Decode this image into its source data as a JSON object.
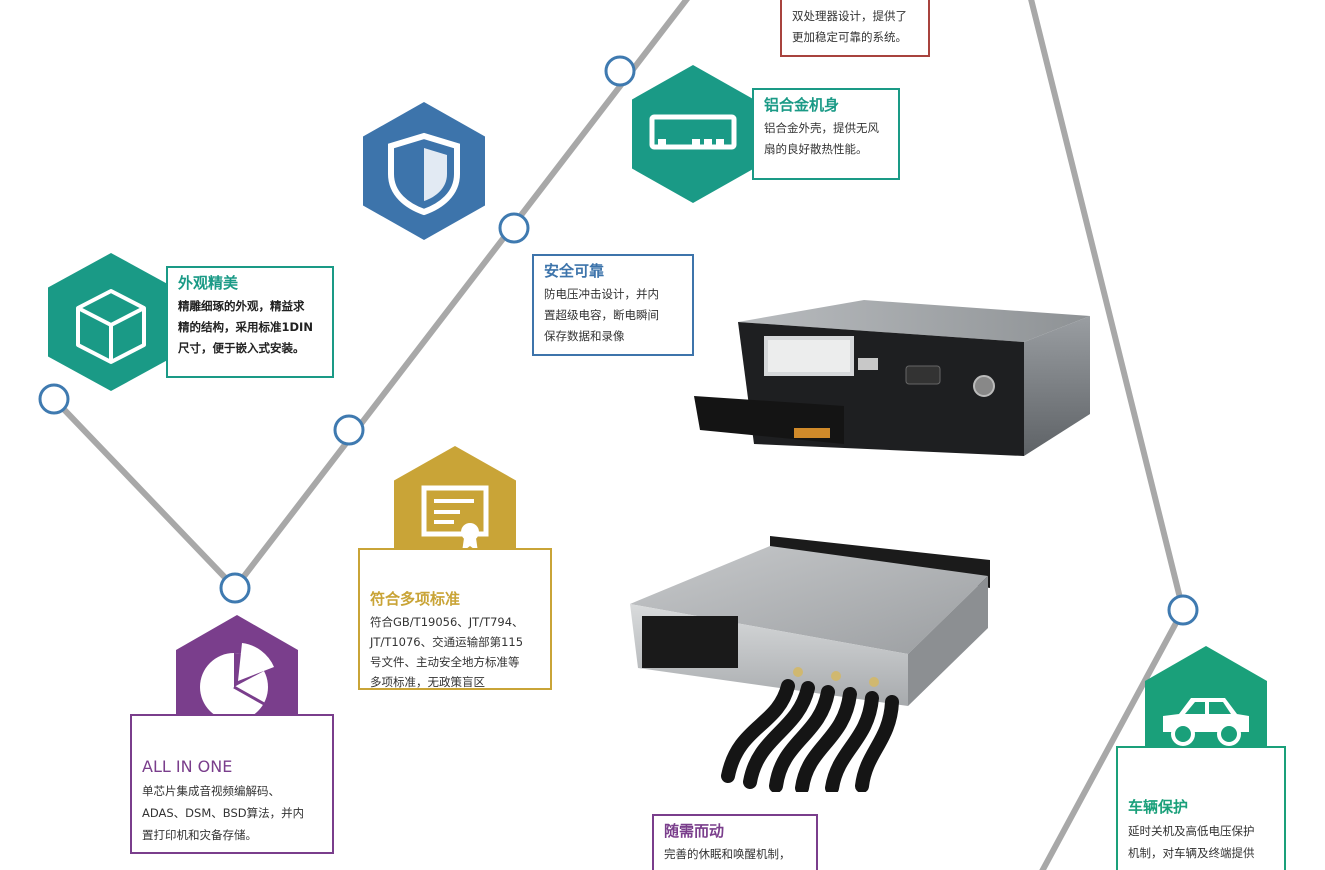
{
  "colors": {
    "line": "#a8a8a8",
    "node": "#3f7ab0",
    "green": "#1a9a86",
    "blue": "#3d74ab",
    "gold": "#c9a437",
    "purple": "#7a3e8c",
    "red": "#a8433e",
    "teal": "#1aa07a"
  },
  "features": [
    {
      "title": "",
      "text": "双处理器设计，提供了\n更加稳定可靠的系统。",
      "icon": "processor-icon"
    },
    {
      "title": "铝合金机身",
      "text": "铝合金外壳，提供无风\n扇的良好散热性能。",
      "icon": "device-box-icon"
    },
    {
      "title": "安全可靠",
      "text": "防电压冲击设计，并内\n置超级电容，断电瞬间\n保存数据和录像",
      "icon": "shield-icon"
    },
    {
      "title": "外观精美",
      "text": "精雕细琢的外观，精益求\n精的结构，采用标准1DIN\n尺寸，便于嵌入式安装。",
      "icon": "cube-icon"
    },
    {
      "title": "符合多项标准",
      "text": "符合GB/T19056、JT/T794、\nJT/T1076、交通运输部第115\n号文件、主动安全地方标准等\n多项标准，无政策盲区",
      "icon": "certificate-icon"
    },
    {
      "title": "ALL IN ONE",
      "text": "单芯片集成音视频编解码、\nADAS、DSM、BSD算法，并内\n置打印机和灾备存储。",
      "icon": "pie-chart-icon"
    },
    {
      "title": "随需而动",
      "text": "完善的休眠和唤醒机制，",
      "icon": ""
    },
    {
      "title": "车辆保护",
      "text": "延时关机及高低电压保护\n机制，对车辆及终端提供",
      "icon": "car-icon"
    }
  ]
}
